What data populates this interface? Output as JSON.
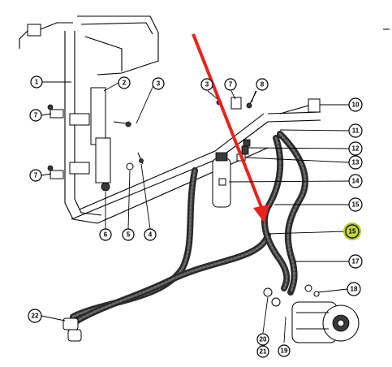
{
  "callouts": [
    {
      "label": "1"
    },
    {
      "label": "2"
    },
    {
      "label": "3"
    },
    {
      "label": "7"
    },
    {
      "label": "7"
    },
    {
      "label": "6"
    },
    {
      "label": "5"
    },
    {
      "label": "4"
    },
    {
      "label": "3"
    },
    {
      "label": "7"
    },
    {
      "label": "8"
    },
    {
      "label": "10"
    },
    {
      "label": "11"
    },
    {
      "label": "12"
    },
    {
      "label": "13"
    },
    {
      "label": "14"
    },
    {
      "label": "15"
    },
    {
      "label": "15"
    },
    {
      "label": "17"
    },
    {
      "label": "18"
    },
    {
      "label": "22"
    },
    {
      "label": "20"
    },
    {
      "label": "21"
    },
    {
      "label": "19"
    }
  ],
  "highlight": {
    "callout_index": 17,
    "color": "#b5c81e"
  },
  "arrow": {
    "color": "#e8231e"
  },
  "colors": {
    "hose": "#2a2a2a",
    "line": "#000000",
    "background": "#ffffff"
  }
}
